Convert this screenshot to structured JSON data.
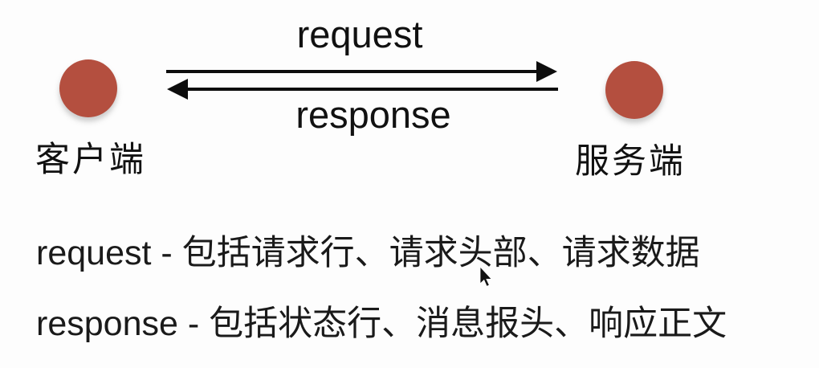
{
  "diagram": {
    "client": {
      "label": "客户端"
    },
    "server": {
      "label": "服务端"
    },
    "request_arrow_label": "request",
    "response_arrow_label": "response",
    "node_color": "#b44f3f"
  },
  "notes": {
    "request_line": "request - 包括请求行、请求头部、请求数据",
    "response_line": "response - 包括状态行、消息报头、响应正文"
  }
}
